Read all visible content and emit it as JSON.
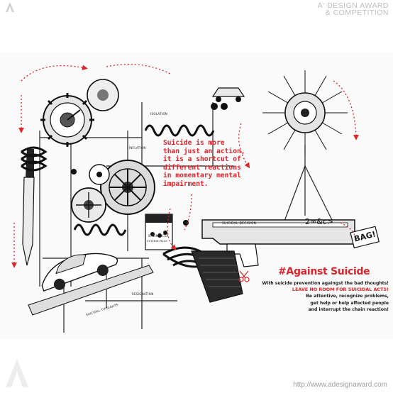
{
  "header": {
    "brand_line1": "A' DESIGN AWARD",
    "brand_line2": "& COMPETITION"
  },
  "artwork": {
    "quote_lines": [
      "Suicide is more",
      "than just an action,",
      "it is a shortcut of",
      "different reactions",
      "in momentary mental",
      "impairment."
    ],
    "hashtag": "#Against Suicide",
    "body_line1": "With suicide prevention againgst the bad thoughts!",
    "body_line2": "LEAVE NO ROOM FOR SUICIDAL ACTS!",
    "body_line3_a": "Be attentive, recognize problems,",
    "body_line3_b": "get help or help affected people",
    "body_line3_c": "and interrupt the chain reaction!",
    "bang": "BAG!",
    "code_symbols": "2∞&c>",
    "labels": {
      "gun": "SUICIDAL DECISION",
      "isolation": "ISOLATION",
      "inflation": "INFLATION",
      "resignation": "RESIGNATION",
      "thoughts": "SUICIDAL THOUGHTS",
      "pharmacy": "FARMACIA",
      "pharmacy_sub": "SUICIDE PILLS"
    },
    "accent_color": "#d9252b",
    "ink_color": "#111111"
  },
  "footer": {
    "url": "http://www.adesignaward.com"
  }
}
